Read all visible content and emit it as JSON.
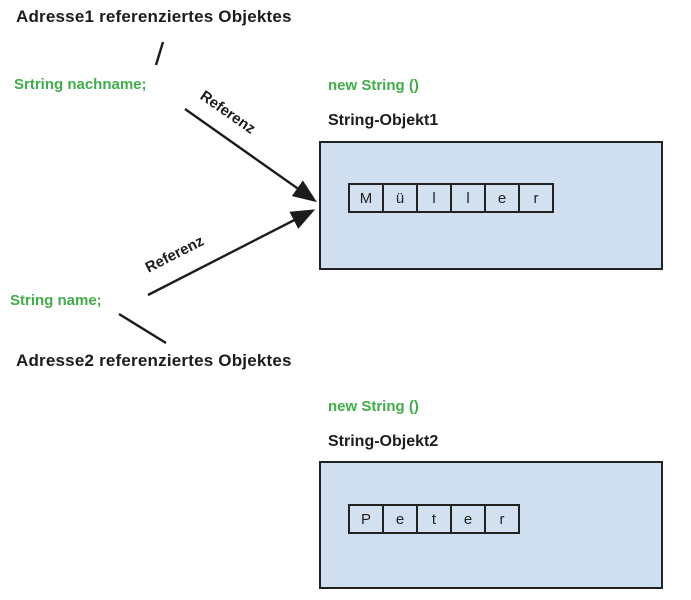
{
  "diagram": {
    "address1_label": "Adresse1 referenziertes Objektes",
    "address2_label": "Adresse2 referenziertes Objektes",
    "var_nachname": "Srtring nachname;",
    "var_name": "String name;",
    "new_string1": "new String ()",
    "new_string2": "new String ()",
    "referenz1": "Referenz",
    "referenz2": "Referenz",
    "object1": {
      "title": "String-Objekt1",
      "chars": [
        "M",
        "ü",
        "l",
        "l",
        "e",
        "r"
      ]
    },
    "object2": {
      "title": "String-Objekt2",
      "chars": [
        "P",
        "e",
        "t",
        "e",
        "r"
      ]
    }
  },
  "colors": {
    "green_text": "#3fae49",
    "black_text": "#1c1c1c",
    "box_fill": "#d0dff0",
    "box_border": "#222222",
    "arrow": "#1c1c1c",
    "background": "#ffffff"
  }
}
